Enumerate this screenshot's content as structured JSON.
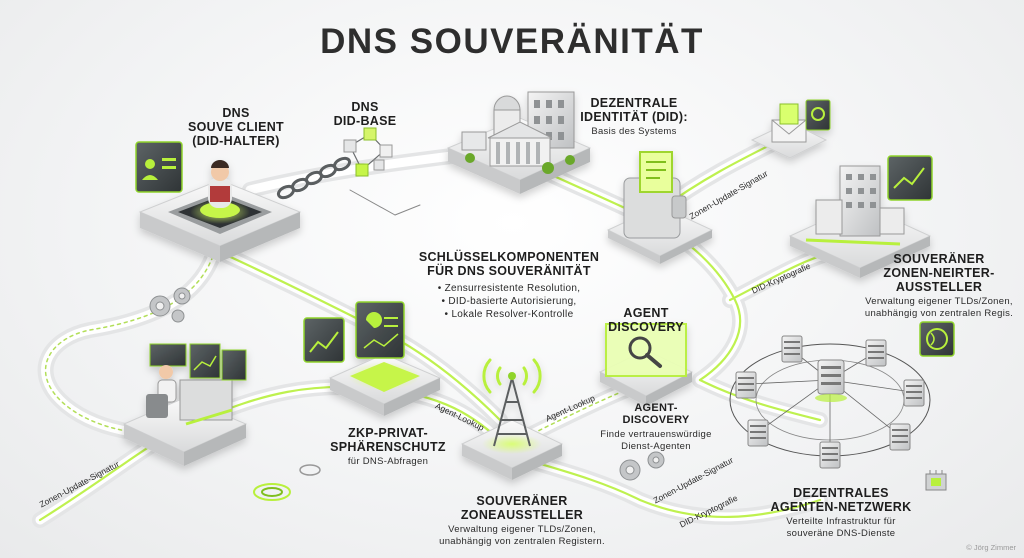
{
  "title": "DNS SOUVERÄNITÄT",
  "nodes": {
    "client": {
      "line1": "DNS",
      "line2": "SOUVE CLIENT",
      "line3": "(DID-HALTER)"
    },
    "did_base": {
      "line1": "DNS",
      "line2": "DID-BASE"
    },
    "identity": {
      "line1": "DEZENTRALE",
      "line2": "IDENTITÄT (DID):",
      "sub": "Basis des Systems"
    },
    "key_components": {
      "line1": "SCHLÜSSELKOMPONENTEN",
      "line2": "FÜR DNS SOUVERÄNITÄT",
      "bullets": [
        "Zensurresistente Resolution,",
        "DID-basierte Autorisierung,",
        "Lokale Resolver-Kontrolle"
      ]
    },
    "issuer_right": {
      "line1": "SOUVERÄNER",
      "line2": "ZONEN-NEIRTER-",
      "line3": "AUSSTELLER",
      "sub1": "Verwaltung eigener TLDs/Zonen,",
      "sub2": "unabhängig von zentralen Regis."
    },
    "agent_discovery_box": {
      "line1": "AGENT",
      "line2": "DISCOVERY"
    },
    "agent_discovery": {
      "line1": "AGENT-",
      "line2": "DISCOVERY",
      "sub1": "Finde vertrauenswürdige",
      "sub2": "Dienst-Agenten"
    },
    "zkp": {
      "line1": "ZKP-PRIVAT-",
      "line2": "SPHÄRENSCHUTZ",
      "sub": "für DNS-Abfragen"
    },
    "zone_issuer": {
      "line1": "SOUVERÄNER",
      "line2": "ZONEAUSSTELLER",
      "sub1": "Verwaltung eigener TLDs/Zonen,",
      "sub2": "unabhängig von zentralen Registern."
    },
    "network": {
      "line1": "DEZENTRALES",
      "line2": "AGENTEN-NETZWERK",
      "sub1": "Verteilte Infrastruktur für",
      "sub2": "souveräne DNS-Dienste"
    }
  },
  "path_labels": {
    "zone_update_1": "Zonen-Update-Signatur",
    "zone_update_2": "Zonen-Update-Signatur",
    "zone_update_3": "Zonen-Update-Signatur",
    "did_crypto_1": "DID-Kryptografie",
    "did_crypto_2": "DID-Kryptografie",
    "agent_lookup_1": "Agent-Lookup",
    "agent_lookup_2": "Agent-Lookup"
  },
  "credit": "© Jörg Zimmer",
  "colors": {
    "accent": "#b8f03c",
    "accent_dark": "#7fbf1e",
    "platform": "#e6e7e8",
    "text": "#1e1e1e"
  }
}
